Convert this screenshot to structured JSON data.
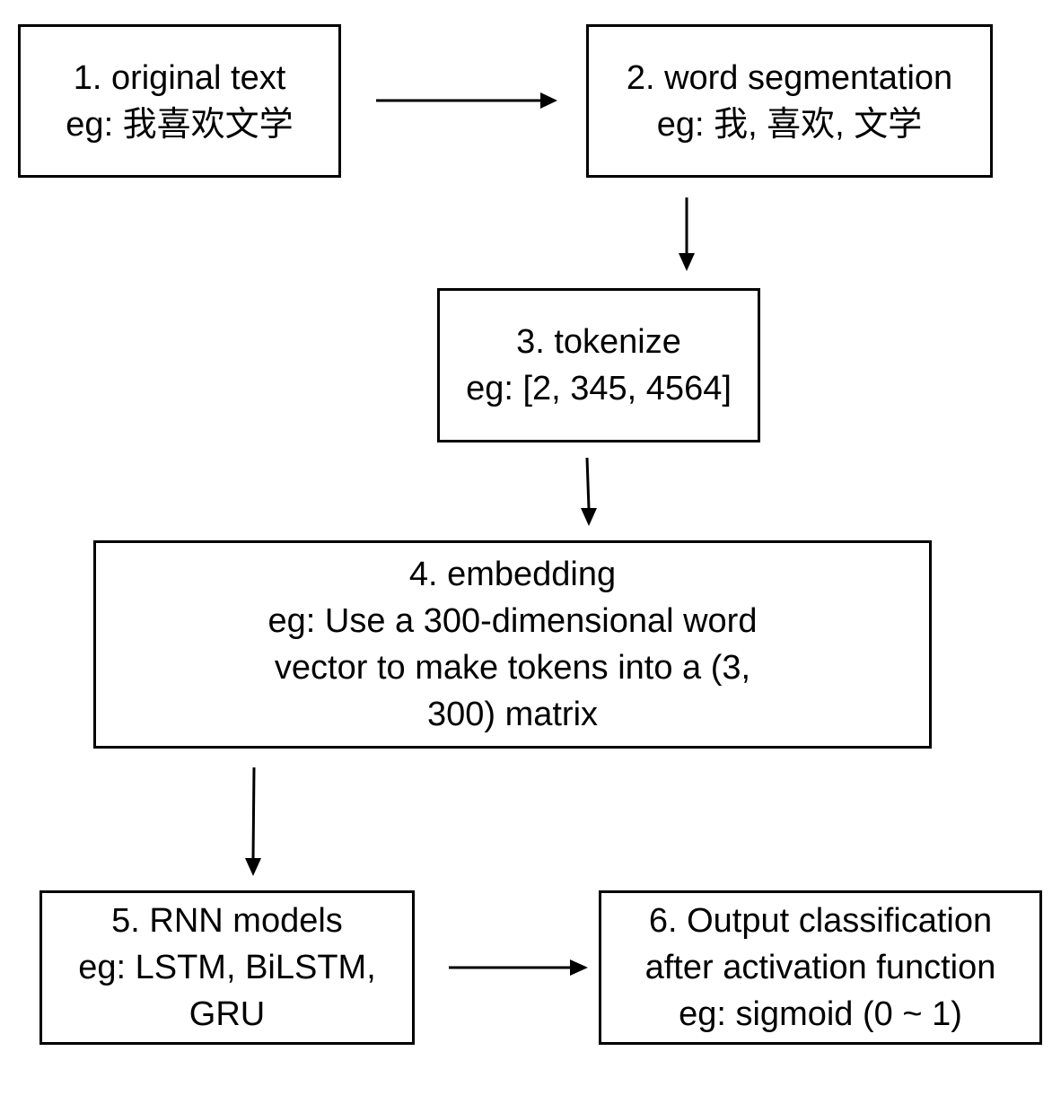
{
  "steps": [
    {
      "id": "original-text",
      "lines": [
        "1. original text",
        "eg: 我喜欢文学"
      ]
    },
    {
      "id": "word-segmentation",
      "lines": [
        "2. word segmentation",
        "eg: 我, 喜欢, 文学"
      ]
    },
    {
      "id": "tokenize",
      "lines": [
        "3. tokenize",
        "eg: [2, 345, 4564]"
      ]
    },
    {
      "id": "embedding",
      "lines": [
        "4. embedding",
        "eg: Use a 300-dimensional word",
        "vector to make tokens into a (3,",
        "300) matrix"
      ]
    },
    {
      "id": "rnn-models",
      "lines": [
        "5. RNN models",
        "eg: LSTM, BiLSTM,",
        "GRU"
      ]
    },
    {
      "id": "output-classification",
      "lines": [
        "6. Output classification",
        "after activation function",
        "eg: sigmoid (0 ~ 1)"
      ]
    }
  ],
  "connections": [
    {
      "from": "original-text",
      "to": "word-segmentation"
    },
    {
      "from": "word-segmentation",
      "to": "tokenize"
    },
    {
      "from": "tokenize",
      "to": "embedding"
    },
    {
      "from": "embedding",
      "to": "rnn-models"
    },
    {
      "from": "rnn-models",
      "to": "output-classification"
    }
  ],
  "colors": {
    "stroke": "#000000",
    "background": "#ffffff"
  }
}
